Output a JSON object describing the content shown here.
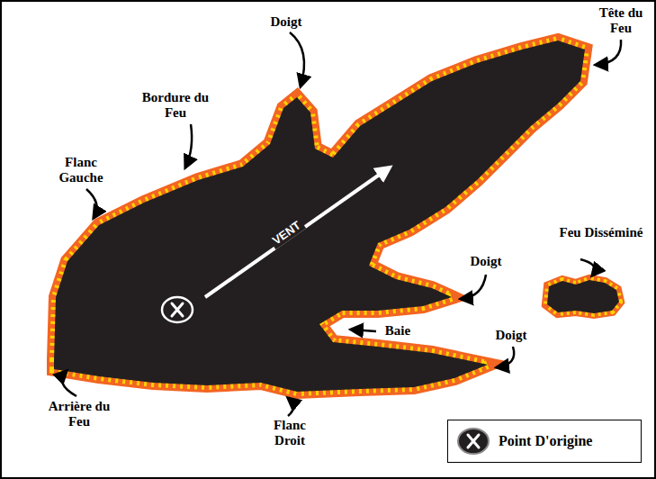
{
  "diagram": {
    "labels": [
      "Tête du Feu",
      "Doigt",
      "Bordure du Feu",
      "Flanc Gauche",
      "Feu Disséminé",
      "VENT",
      "Doigt",
      "Baie",
      "Doigt",
      "Arrière du Feu",
      "Flanc Droit"
    ],
    "legend": [
      {
        "text": "Point D'origine"
      }
    ]
  }
}
